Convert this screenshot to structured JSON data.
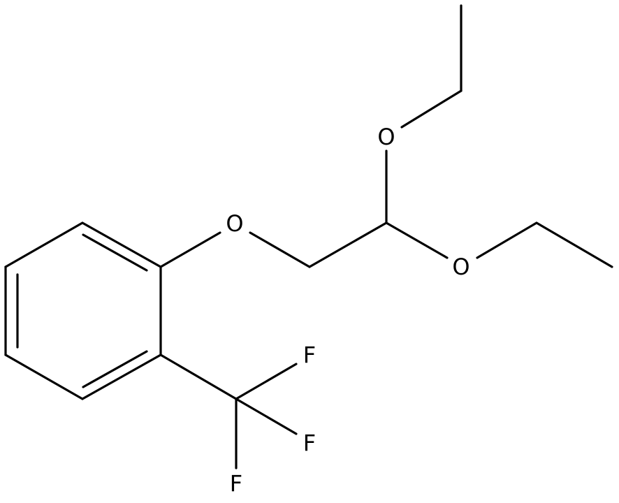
{
  "molecule": {
    "atoms": {
      "o_ether": "O",
      "o_acetal_top": "O",
      "o_acetal_right": "O",
      "f_1": "F",
      "f_2": "F",
      "f_3": "F"
    }
  }
}
